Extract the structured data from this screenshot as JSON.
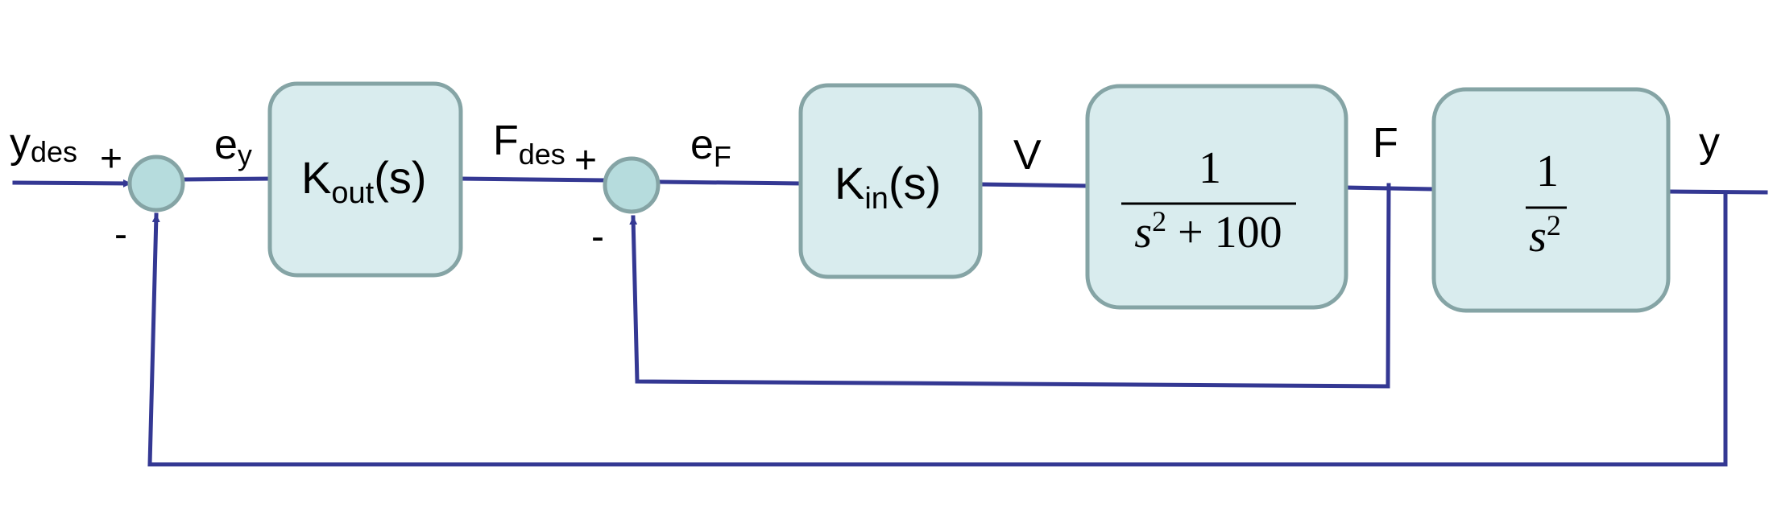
{
  "colors": {
    "wire": "#343893",
    "block_fill": "#d9ecee",
    "block_stroke": "#85a4a5",
    "junction_fill": "#b6dcdd",
    "text": "#000000"
  },
  "signals": {
    "y_des": {
      "main": "y",
      "sub": "des"
    },
    "e_y": {
      "main": "e",
      "sub": "y"
    },
    "F_des": {
      "main": "F",
      "sub": "des"
    },
    "e_F": {
      "main": "e",
      "sub": "F"
    },
    "V": "V",
    "F": "F",
    "y": "y"
  },
  "summing_junctions": [
    {
      "plus": "+",
      "minus": "-"
    },
    {
      "plus": "+",
      "minus": "-"
    }
  ],
  "blocks": {
    "k_out": {
      "main": "K",
      "sub": "out",
      "arg": "(s)"
    },
    "k_in": {
      "main": "K",
      "sub": "in",
      "arg": "(s)"
    },
    "plant_force": {
      "numerator": "1",
      "den_var": "s",
      "den_exp": "2",
      "den_rest": " + 100"
    },
    "plant_position": {
      "numerator": "1",
      "den_var": "s",
      "den_exp": "2"
    }
  }
}
